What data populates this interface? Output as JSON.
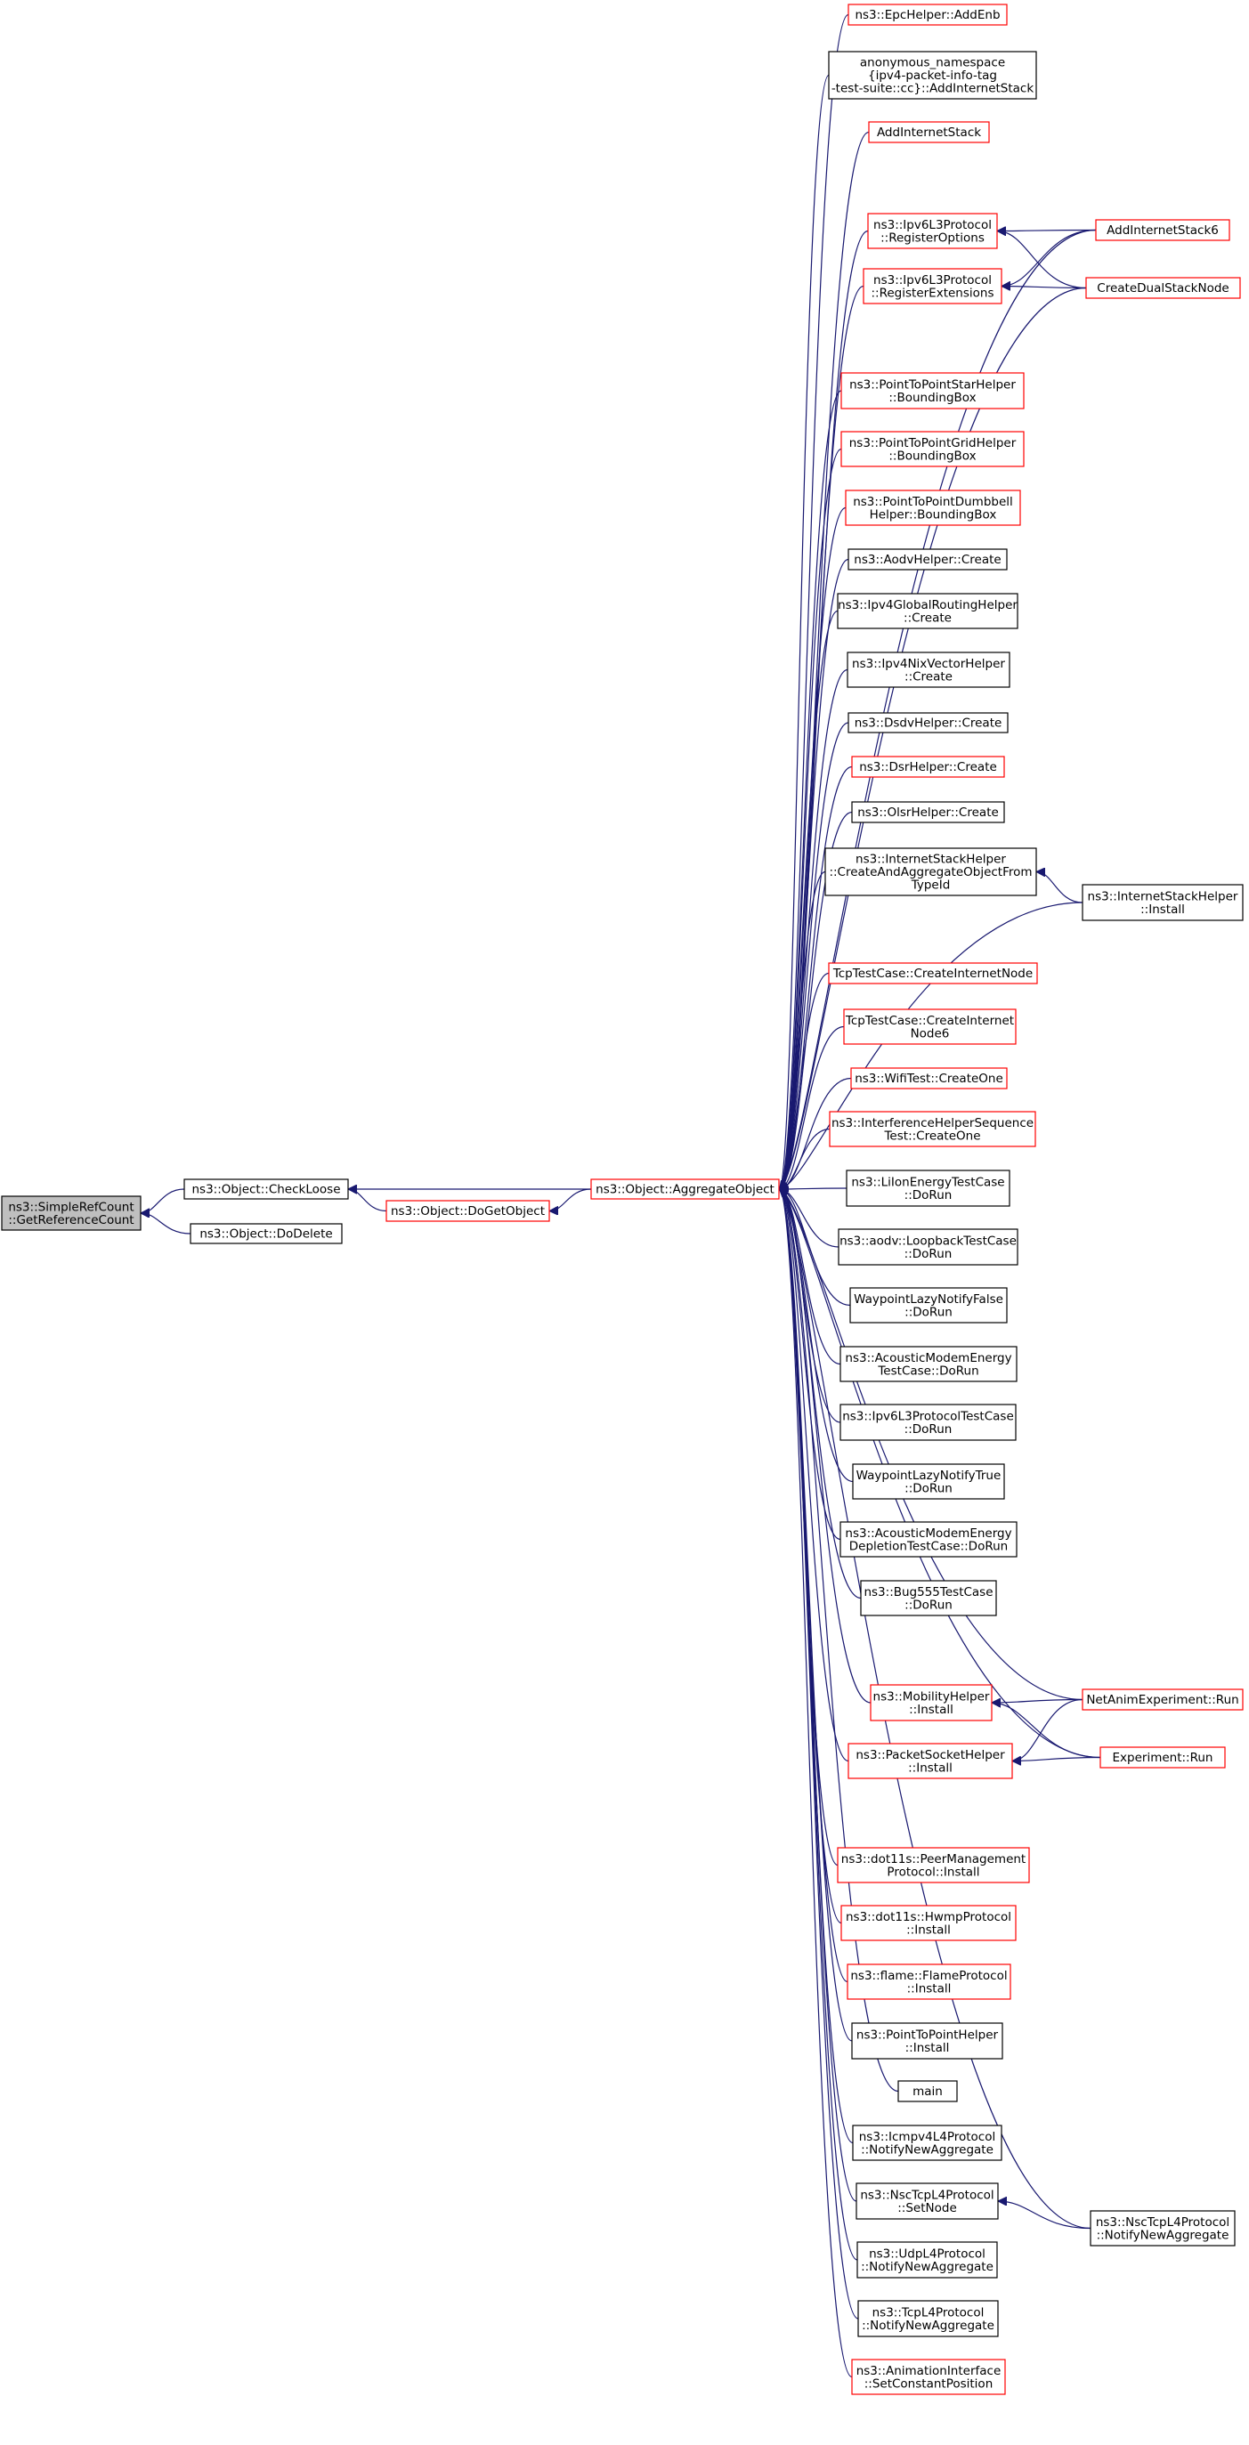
{
  "graph": {
    "colors": {
      "edge": "#191970",
      "black_border": "#000000",
      "red_border": "#ff0000",
      "focus_fill": "#bfbfbf",
      "node_fill": "#ffffff"
    },
    "nodes": [
      {
        "id": "root",
        "lines": [
          "ns3::SimpleRefCount",
          "::GetReferenceCount"
        ],
        "style": "focus"
      },
      {
        "id": "checkloose",
        "lines": [
          "ns3::Object::CheckLoose"
        ],
        "style": "black"
      },
      {
        "id": "dodelete",
        "lines": [
          "ns3::Object::DoDelete"
        ],
        "style": "black"
      },
      {
        "id": "dogetobject",
        "lines": [
          "ns3::Object::DoGetObject"
        ],
        "style": "red"
      },
      {
        "id": "aggregate",
        "lines": [
          "ns3::Object::AggregateObject"
        ],
        "style": "red"
      },
      {
        "id": "c1",
        "lines": [
          "ns3::EpcHelper::AddEnb"
        ],
        "style": "red"
      },
      {
        "id": "c2",
        "lines": [
          "anonymous_namespace",
          "{ipv4-packet-info-tag",
          "-test-suite::cc}::AddInternetStack"
        ],
        "style": "black"
      },
      {
        "id": "c3",
        "lines": [
          "AddInternetStack"
        ],
        "style": "red"
      },
      {
        "id": "c4",
        "lines": [
          "ns3::Ipv6L3Protocol",
          "::RegisterOptions"
        ],
        "style": "red"
      },
      {
        "id": "c5",
        "lines": [
          "ns3::Ipv6L3Protocol",
          "::RegisterExtensions"
        ],
        "style": "red"
      },
      {
        "id": "c6",
        "lines": [
          "ns3::PointToPointStarHelper",
          "::BoundingBox"
        ],
        "style": "red"
      },
      {
        "id": "c7",
        "lines": [
          "ns3::PointToPointGridHelper",
          "::BoundingBox"
        ],
        "style": "red"
      },
      {
        "id": "c8",
        "lines": [
          "ns3::PointToPointDumbbell",
          "Helper::BoundingBox"
        ],
        "style": "red"
      },
      {
        "id": "c9",
        "lines": [
          "ns3::AodvHelper::Create"
        ],
        "style": "black"
      },
      {
        "id": "c10",
        "lines": [
          "ns3::Ipv4GlobalRoutingHelper",
          "::Create"
        ],
        "style": "black"
      },
      {
        "id": "c11",
        "lines": [
          "ns3::Ipv4NixVectorHelper",
          "::Create"
        ],
        "style": "black"
      },
      {
        "id": "c12",
        "lines": [
          "ns3::DsdvHelper::Create"
        ],
        "style": "black"
      },
      {
        "id": "c13",
        "lines": [
          "ns3::DsrHelper::Create"
        ],
        "style": "red"
      },
      {
        "id": "c14",
        "lines": [
          "ns3::OlsrHelper::Create"
        ],
        "style": "black"
      },
      {
        "id": "c15",
        "lines": [
          "ns3::InternetStackHelper",
          "::CreateAndAggregateObjectFrom",
          "TypeId"
        ],
        "style": "black"
      },
      {
        "id": "c16",
        "lines": [
          "TcpTestCase::CreateInternetNode"
        ],
        "style": "red"
      },
      {
        "id": "c17",
        "lines": [
          "TcpTestCase::CreateInternet",
          "Node6"
        ],
        "style": "red"
      },
      {
        "id": "c18",
        "lines": [
          "ns3::WifiTest::CreateOne"
        ],
        "style": "red"
      },
      {
        "id": "c19",
        "lines": [
          "ns3::InterferenceHelperSequence",
          "Test::CreateOne"
        ],
        "style": "red"
      },
      {
        "id": "c20",
        "lines": [
          "ns3::LiIonEnergyTestCase",
          "::DoRun"
        ],
        "style": "black"
      },
      {
        "id": "c21",
        "lines": [
          "ns3::aodv::LoopbackTestCase",
          "::DoRun"
        ],
        "style": "black"
      },
      {
        "id": "c22",
        "lines": [
          "WaypointLazyNotifyFalse",
          "::DoRun"
        ],
        "style": "black"
      },
      {
        "id": "c23",
        "lines": [
          "ns3::AcousticModemEnergy",
          "TestCase::DoRun"
        ],
        "style": "black"
      },
      {
        "id": "c24",
        "lines": [
          "ns3::Ipv6L3ProtocolTestCase",
          "::DoRun"
        ],
        "style": "black"
      },
      {
        "id": "c25",
        "lines": [
          "WaypointLazyNotifyTrue",
          "::DoRun"
        ],
        "style": "black"
      },
      {
        "id": "c26",
        "lines": [
          "ns3::AcousticModemEnergy",
          "DepletionTestCase::DoRun"
        ],
        "style": "black"
      },
      {
        "id": "c27",
        "lines": [
          "ns3::Bug555TestCase",
          "::DoRun"
        ],
        "style": "black"
      },
      {
        "id": "c28",
        "lines": [
          "ns3::MobilityHelper",
          "::Install"
        ],
        "style": "red"
      },
      {
        "id": "c29",
        "lines": [
          "ns3::PacketSocketHelper",
          "::Install"
        ],
        "style": "red"
      },
      {
        "id": "c30",
        "lines": [
          "ns3::dot11s::PeerManagement",
          "Protocol::Install"
        ],
        "style": "red"
      },
      {
        "id": "c31",
        "lines": [
          "ns3::dot11s::HwmpProtocol",
          "::Install"
        ],
        "style": "red"
      },
      {
        "id": "c32",
        "lines": [
          "ns3::flame::FlameProtocol",
          "::Install"
        ],
        "style": "red"
      },
      {
        "id": "c33",
        "lines": [
          "ns3::PointToPointHelper",
          "::Install"
        ],
        "style": "black"
      },
      {
        "id": "c34",
        "lines": [
          "main"
        ],
        "style": "black"
      },
      {
        "id": "c35",
        "lines": [
          "ns3::Icmpv4L4Protocol",
          "::NotifyNewAggregate"
        ],
        "style": "black"
      },
      {
        "id": "c36",
        "lines": [
          "ns3::NscTcpL4Protocol",
          "::SetNode"
        ],
        "style": "black"
      },
      {
        "id": "c37",
        "lines": [
          "ns3::UdpL4Protocol",
          "::NotifyNewAggregate"
        ],
        "style": "black"
      },
      {
        "id": "c38",
        "lines": [
          "ns3::TcpL4Protocol",
          "::NotifyNewAggregate"
        ],
        "style": "black"
      },
      {
        "id": "c39",
        "lines": [
          "ns3::AnimationInterface",
          "::SetConstantPosition"
        ],
        "style": "red"
      },
      {
        "id": "r1",
        "lines": [
          "AddInternetStack6"
        ],
        "style": "red"
      },
      {
        "id": "r2",
        "lines": [
          "CreateDualStackNode"
        ],
        "style": "red"
      },
      {
        "id": "r3",
        "lines": [
          "ns3::InternetStackHelper",
          "::Install"
        ],
        "style": "black"
      },
      {
        "id": "r4",
        "lines": [
          "NetAnimExperiment::Run"
        ],
        "style": "red"
      },
      {
        "id": "r5",
        "lines": [
          "Experiment::Run"
        ],
        "style": "red"
      },
      {
        "id": "r6",
        "lines": [
          "ns3::NscTcpL4Protocol",
          "::NotifyNewAggregate"
        ],
        "style": "black"
      }
    ],
    "edges": [
      [
        "checkloose",
        "root"
      ],
      [
        "dodelete",
        "root"
      ],
      [
        "dogetobject",
        "checkloose"
      ],
      [
        "aggregate",
        "checkloose"
      ],
      [
        "aggregate",
        "dogetobject"
      ],
      [
        "c1",
        "aggregate"
      ],
      [
        "c2",
        "aggregate"
      ],
      [
        "c3",
        "aggregate"
      ],
      [
        "c4",
        "aggregate"
      ],
      [
        "c5",
        "aggregate"
      ],
      [
        "c6",
        "aggregate"
      ],
      [
        "c7",
        "aggregate"
      ],
      [
        "c8",
        "aggregate"
      ],
      [
        "c9",
        "aggregate"
      ],
      [
        "c10",
        "aggregate"
      ],
      [
        "c11",
        "aggregate"
      ],
      [
        "c12",
        "aggregate"
      ],
      [
        "c13",
        "aggregate"
      ],
      [
        "c14",
        "aggregate"
      ],
      [
        "c15",
        "aggregate"
      ],
      [
        "c16",
        "aggregate"
      ],
      [
        "c17",
        "aggregate"
      ],
      [
        "c18",
        "aggregate"
      ],
      [
        "c19",
        "aggregate"
      ],
      [
        "c20",
        "aggregate"
      ],
      [
        "c21",
        "aggregate"
      ],
      [
        "c22",
        "aggregate"
      ],
      [
        "c23",
        "aggregate"
      ],
      [
        "c24",
        "aggregate"
      ],
      [
        "c25",
        "aggregate"
      ],
      [
        "c26",
        "aggregate"
      ],
      [
        "c27",
        "aggregate"
      ],
      [
        "c28",
        "aggregate"
      ],
      [
        "c29",
        "aggregate"
      ],
      [
        "c30",
        "aggregate"
      ],
      [
        "c31",
        "aggregate"
      ],
      [
        "c32",
        "aggregate"
      ],
      [
        "c33",
        "aggregate"
      ],
      [
        "c34",
        "aggregate"
      ],
      [
        "c35",
        "aggregate"
      ],
      [
        "c36",
        "aggregate"
      ],
      [
        "c37",
        "aggregate"
      ],
      [
        "c38",
        "aggregate"
      ],
      [
        "c39",
        "aggregate"
      ],
      [
        "r1",
        "aggregate"
      ],
      [
        "r2",
        "aggregate"
      ],
      [
        "r3",
        "aggregate"
      ],
      [
        "r4",
        "aggregate"
      ],
      [
        "r5",
        "aggregate"
      ],
      [
        "r6",
        "aggregate"
      ],
      [
        "r1",
        "c4"
      ],
      [
        "r2",
        "c4"
      ],
      [
        "r1",
        "c5"
      ],
      [
        "r2",
        "c5"
      ],
      [
        "r3",
        "c15"
      ],
      [
        "r4",
        "c28"
      ],
      [
        "r5",
        "c28"
      ],
      [
        "r4",
        "c29"
      ],
      [
        "r5",
        "c29"
      ],
      [
        "r6",
        "c36"
      ]
    ]
  }
}
